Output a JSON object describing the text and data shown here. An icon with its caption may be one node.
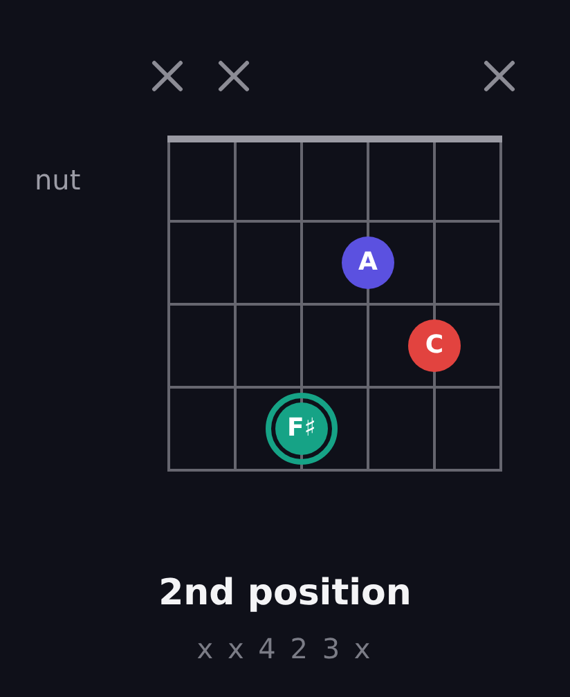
{
  "diagram": {
    "title": "2nd position",
    "caption": "x x 4 2 3 x",
    "nodes": [
      {
        "text": [
          "A"
        ]
      },
      {
        "text": [
          "C"
        ]
      },
      {
        "text": [
          "F♯"
        ]
      }
    ],
    "labels": [
      "nut"
    ]
  }
}
